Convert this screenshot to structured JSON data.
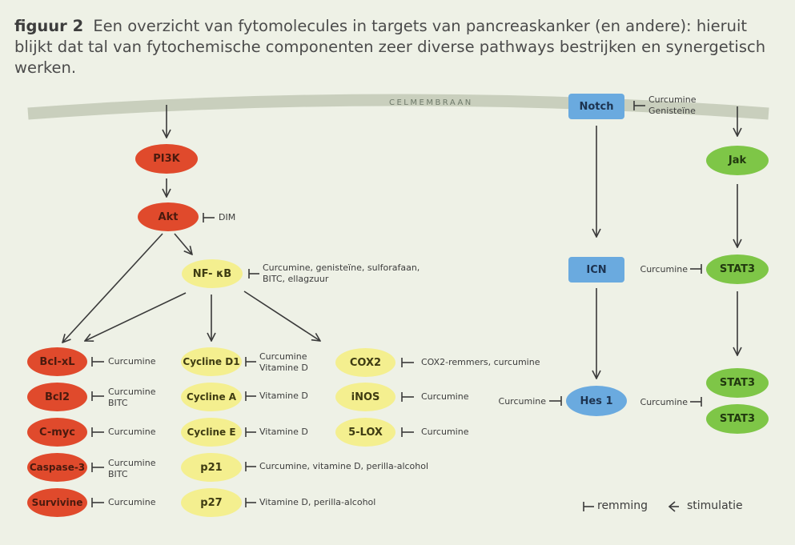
{
  "caption": {
    "figure": "figuur 2",
    "text": "Een overzicht van fytomolecules in targets van pancreaskanker (en andere): hieruit blijkt dat tal van fytochemische componenten zeer diverse pathways bestrijken en synergetisch werken."
  },
  "membrane_label": "CELMEMBRAAN",
  "colors": {
    "red": "#e04a2c",
    "yellow": "#f4ef8f",
    "green": "#7ec647",
    "blue": "#6aaadf",
    "membrane": "#c9cfbd",
    "background": "#eef1e6"
  },
  "nodes": {
    "pi3k": "PI3K",
    "akt": "Akt",
    "nfkb": "NF- κB",
    "bclxl": "Bcl-xL",
    "bcl2": "Bcl2",
    "cmyc": "C-myc",
    "caspase3": "Caspase-3",
    "survivine": "Survivine",
    "cyclined1": "Cycline D1",
    "cyclinea": "Cycline A",
    "cyclinee": "Cycline E",
    "p21": "p21",
    "p27": "p27",
    "cox2": "COX2",
    "inos": "iNOS",
    "lox5": "5-LOX",
    "notch": "Notch",
    "icn": "ICN",
    "hes1": "Hes 1",
    "jak": "Jak",
    "stat3a": "STAT3",
    "stat3b": "STAT3",
    "stat3c": "STAT3"
  },
  "inhibitors": {
    "akt": "DIM",
    "nfkb": "Curcumine, genisteïne, sulforafaan,\nBITC, ellagzuur",
    "bclxl": "Curcumine",
    "bcl2": "Curcumine\nBITC",
    "cmyc": "Curcumine",
    "caspase3": "Curcumine\nBITC",
    "survivine": "Curcumine",
    "cyclined1": "Curcumine\nVitamine D",
    "cyclinea": "Vitamine D",
    "cyclinee": "Vitamine D",
    "p21": "Curcumine, vitamine D, perilla-alcohol",
    "p27": "Vitamine D, perilla-alcohol",
    "cox2": "COX2-remmers, curcumine",
    "inos": "Curcumine",
    "lox5": "Curcumine",
    "notch": "Curcumine\nGenisteïne",
    "stat3": "Curcumine",
    "hes1": "Curcumine",
    "stat3dimer": "Curcumine"
  },
  "legend": {
    "inhibition": "remming",
    "stimulation": "stimulatie"
  }
}
